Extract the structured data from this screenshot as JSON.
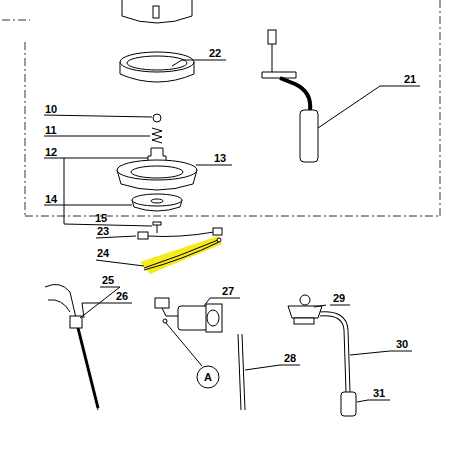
{
  "diagram": {
    "nodes": [
      {
        "text": [
          "A"
        ]
      }
    ],
    "labels": [
      "22",
      "21",
      "10",
      "11",
      "12",
      "13",
      "14",
      "15",
      "23",
      "24",
      "25",
      "26",
      "27",
      "29",
      "30",
      "28",
      "31"
    ]
  }
}
